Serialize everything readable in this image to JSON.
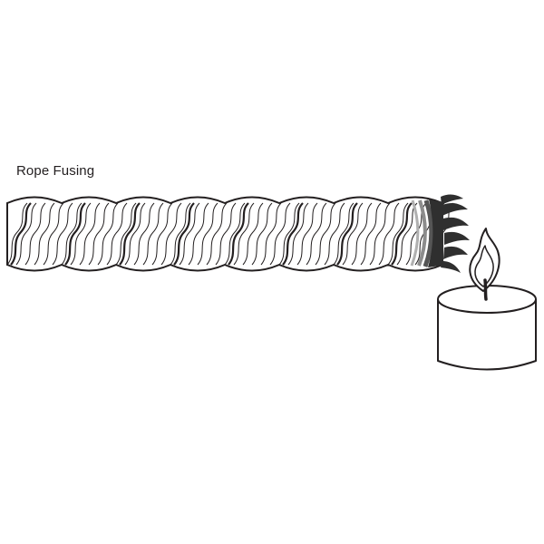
{
  "title": "Rope Fusing",
  "colors": {
    "line": "#231f20",
    "fused_tip": "#2f2f2f",
    "fused_shade_light": "#b0b0b0",
    "fused_shade_mid": "#8c8c8c",
    "fused_shade_dark": "#555555",
    "background": "#ffffff"
  },
  "figure": {
    "label": "Rope Fusing",
    "parts": [
      "twisted-rope",
      "fused-rope-end",
      "candle",
      "candle-flame",
      "candle-wick"
    ]
  }
}
